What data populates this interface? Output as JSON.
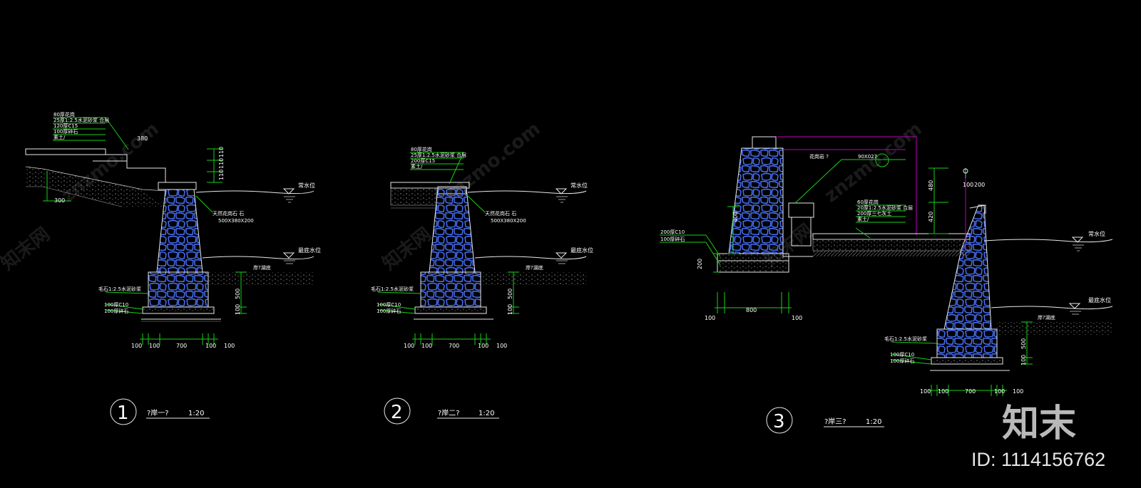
{
  "watermark": {
    "text": "znzmo.com",
    "site": "知末网"
  },
  "brand": {
    "logo_text": "知末",
    "id_text": "ID: 1114156762"
  },
  "sections": [
    {
      "number": "1",
      "title": "?岸一?",
      "scale": "1:20",
      "layers": [
        "80厚花岗",
        "25厚1:2.5水泥砂浆 合层",
        "120厚C15",
        "100厚碎石",
        "素土/"
      ],
      "stone_label": "天然花岗石 石",
      "stone_size": "500X380X200",
      "water_normal": "常水位",
      "water_lowest": "最底水位",
      "bank_bottom": "岸?湖底",
      "foundation_labels": [
        "毛石1:2.5水泥砂浆",
        "100厚C10",
        "100厚碎石"
      ],
      "dims_top": [
        "380",
        "110",
        "110",
        "110"
      ],
      "dim_left": "300",
      "dims_side": [
        "500",
        "100"
      ],
      "dims_bottom": [
        "100",
        "100",
        "700",
        "100",
        "100"
      ]
    },
    {
      "number": "2",
      "title": "?岸二?",
      "scale": "1:20",
      "layers": [
        "80厚花岗",
        "25厚1:2.5水泥砂浆 合层",
        "200厚C15",
        "素土/"
      ],
      "stone_label": "天然花岗石 石",
      "stone_size": "500X380X200",
      "water_normal": "常水位",
      "water_lowest": "最底水位",
      "bank_bottom": "岸?湖底",
      "foundation_labels": [
        "毛石1:2.5水泥砂浆",
        "100厚C10",
        "100厚碎石"
      ],
      "dims_side": [
        "500",
        "100"
      ],
      "dims_bottom": [
        "100",
        "100",
        "700",
        "100",
        "100"
      ]
    },
    {
      "number": "3",
      "title": "?岸三?",
      "scale": "1:20",
      "top_labels": [
        "花岗岩 ?",
        "90X027"
      ],
      "layers": [
        "60厚花岗",
        "20厚1:2.5水泥砂浆 合层",
        "200厚三七灰土",
        "素土/"
      ],
      "left_labels": [
        "200厚C10",
        "100厚碎石"
      ],
      "water_normal": "常水位",
      "water_lowest": "最底水位",
      "bank_bottom": "岸?湖底",
      "foundation_labels": [
        "毛石1:2.5水泥砂浆",
        "100厚C10",
        "100厚碎石"
      ],
      "dims_left": [
        "400",
        "200"
      ],
      "dims_left_bottom": [
        "100",
        "800",
        "100"
      ],
      "dims_right": [
        "480",
        "420",
        "100",
        "200"
      ],
      "dims_side": [
        "500",
        "100"
      ],
      "dims_bottom": [
        "100",
        "100",
        "700",
        "100",
        "100"
      ]
    }
  ]
}
